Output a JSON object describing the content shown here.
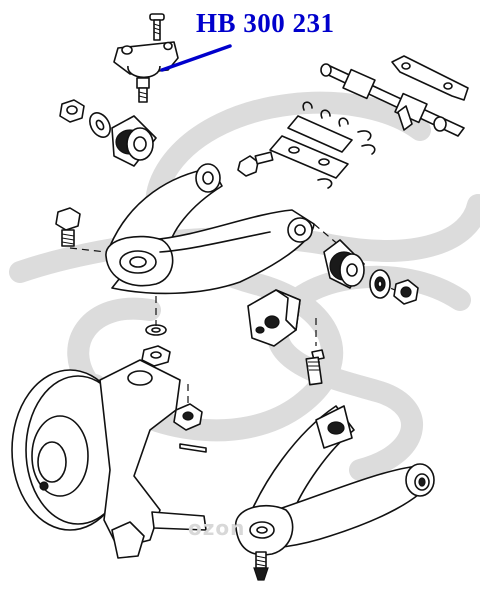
{
  "part_number": "HB 300 231",
  "watermark_text": "ozon",
  "colors": {
    "label": "#0000cc",
    "leader": "#0000cc",
    "watermark": "#d9d9d9",
    "linework": "#111111"
  },
  "icons": {
    "watermark_logo": "ss-logo-watermark",
    "watermark_brand": "ozon-brand-icon"
  }
}
